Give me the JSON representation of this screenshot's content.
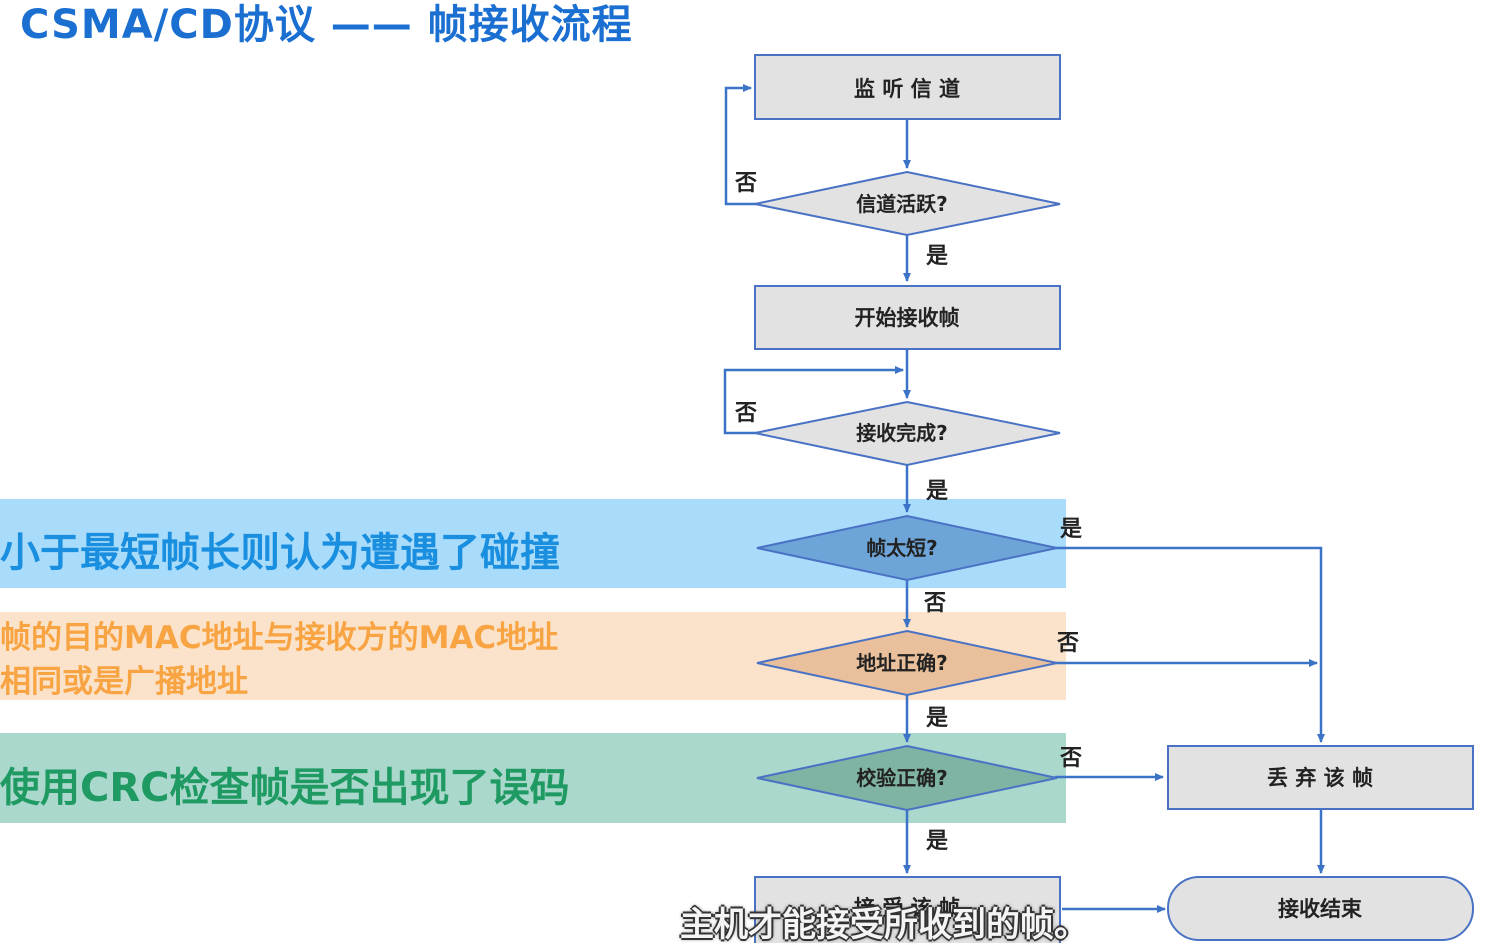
{
  "title": "CSMA/CD协议 —— 帧接收流程",
  "bands": {
    "too_short_note": "小于最短帧长则认为遭遇了碰撞",
    "address_note_line1": "帧的目的MAC地址与接收方的MAC地址",
    "address_note_line2": "相同或是广播地址",
    "crc_note": "使用CRC检查帧是否出现了误码"
  },
  "flow": {
    "listen": "监 听 信 道",
    "channel_active": "信道活跃?",
    "start_receive": "开始接收帧",
    "receive_done": "接收完成?",
    "frame_too_short": "帧太短?",
    "address_correct": "地址正确?",
    "checksum_correct": "校验正确?",
    "accept_frame": "接 受 该 帧",
    "discard_frame": "丢 弃 该 帧",
    "receive_end": "接收结束"
  },
  "labels": {
    "yes": "是",
    "no": "否"
  },
  "subtitle": "主机才能接受所收到的帧。",
  "colors": {
    "title": "#1a6fd1",
    "box_fill": "#e2e2e2",
    "box_stroke": "#4a72c4",
    "arrow": "#3b73c6",
    "band_blue": "#a9dcfb",
    "band_orange": "#fbe3cb",
    "band_green": "#aad8cd",
    "diamond_blue": "#6ea5d9",
    "diamond_orange": "#e9c09b",
    "diamond_green": "#7fb3a3"
  }
}
